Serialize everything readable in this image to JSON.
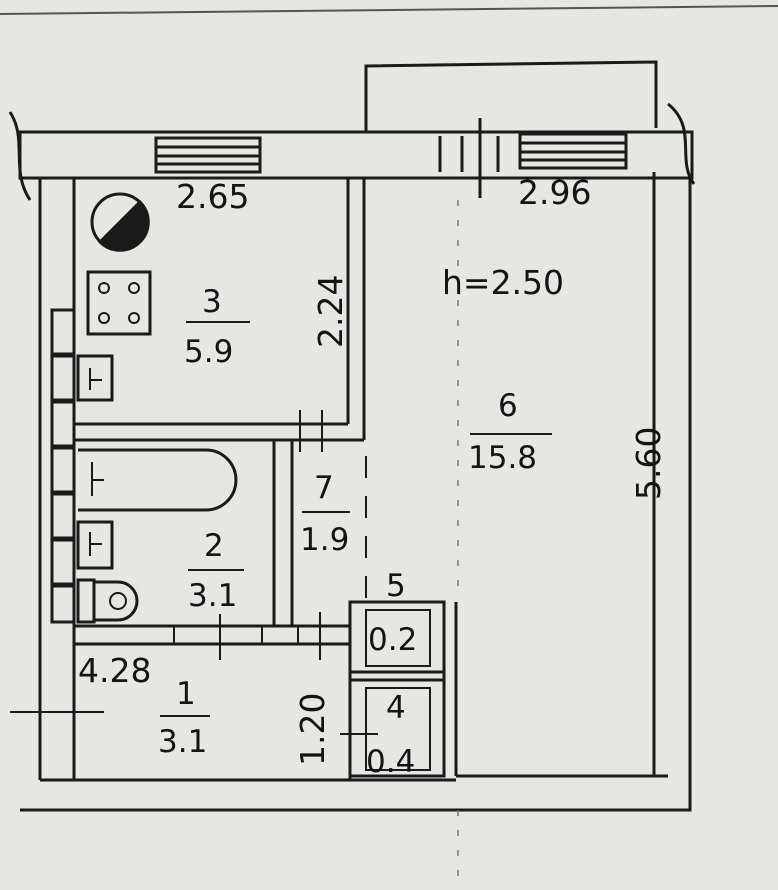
{
  "plan": {
    "ceiling_height": "h=2.50",
    "dimensions": {
      "kitchen_width": "2.65",
      "living_width": "2.96",
      "kitchen_depth": "2.24",
      "living_depth": "5.60",
      "hall_length": "4.28",
      "hall_depth": "1.20"
    },
    "rooms": [
      {
        "id": "room-1",
        "number": "1",
        "area": "3.1"
      },
      {
        "id": "room-2",
        "number": "2",
        "area": "3.1"
      },
      {
        "id": "room-3",
        "number": "3",
        "area": "5.9"
      },
      {
        "id": "room-4",
        "number": "4",
        "area": "0.4"
      },
      {
        "id": "room-5",
        "number": "5",
        "area": "0.2"
      },
      {
        "id": "room-6",
        "number": "6",
        "area": "15.8"
      },
      {
        "id": "room-7",
        "number": "7",
        "area": "1.9"
      }
    ]
  },
  "colors": {
    "paper": "#e9e8e4",
    "line": "#1a1a1a",
    "background": "#d9d7d3"
  }
}
